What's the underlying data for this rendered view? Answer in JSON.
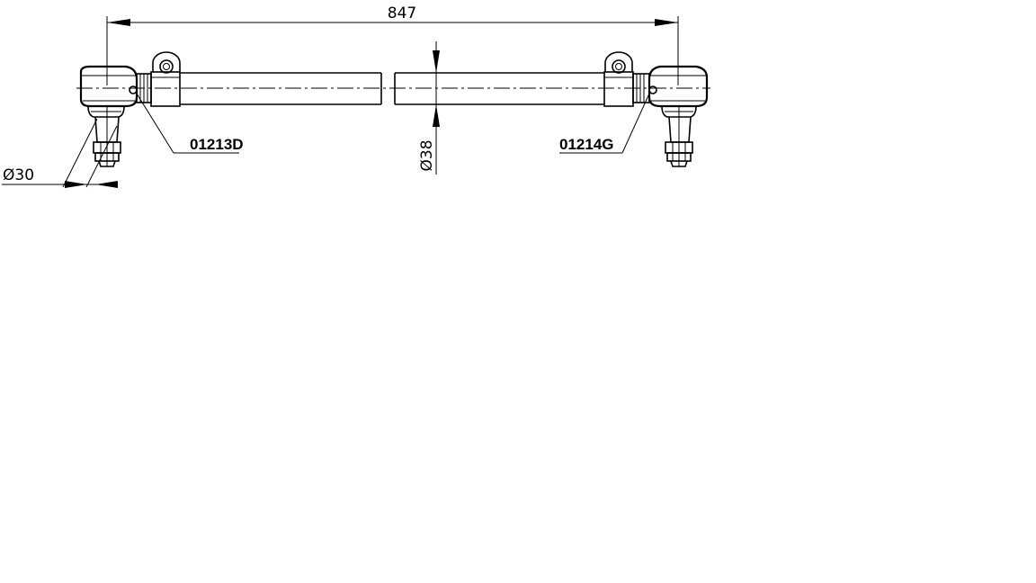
{
  "dimensions": {
    "overall_length": "847",
    "tube_diameter": "Ø38",
    "stud_diameter": "Ø30"
  },
  "parts": {
    "left_end": "01213D",
    "right_end": "01214G"
  },
  "colors": {
    "line": "#000000",
    "background": "#ffffff"
  }
}
